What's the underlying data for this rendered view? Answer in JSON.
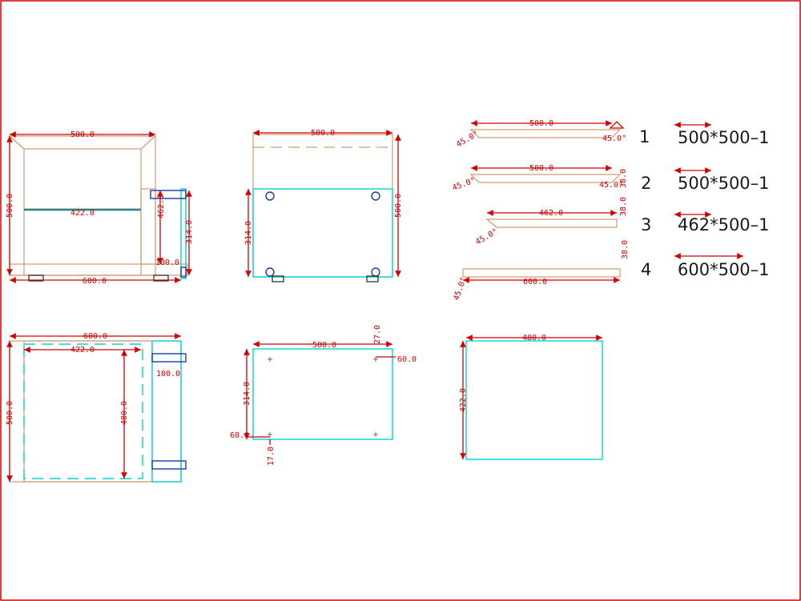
{
  "colors": {
    "border": "#d40000",
    "dimension": "#d40000",
    "wood": "#d49a74",
    "glass": "#00d6d6",
    "hinge": "#1a3aa8",
    "text": "#1a1a1a"
  },
  "views": {
    "front": {
      "width": "500.0",
      "height": "500.0",
      "shelf": "422.0",
      "side_a": "462.0",
      "side_b": "314.0",
      "offset": "100.0",
      "base": "600.0"
    },
    "side": {
      "width": "500.0",
      "left_h": "314.0",
      "right_h": "500.0"
    },
    "top": {
      "width": "600.0",
      "inner": "422.0",
      "height": "500.0",
      "depth": "480.0",
      "offset": "100.0"
    },
    "door": {
      "width": "500.0",
      "height": "314.0",
      "top_off": "27.0",
      "right_off": "60.0",
      "left_off": "60.0",
      "bottom_off": "17.0"
    },
    "glass": {
      "width": "480.0",
      "height": "422.0"
    }
  },
  "parts": [
    {
      "num": "1",
      "size": "500*500–1",
      "length": "500.0",
      "angle_l": "45.0°",
      "angle_r": "45.0°",
      "thick": ""
    },
    {
      "num": "2",
      "size": "500*500–1",
      "length": "500.0",
      "angle_l": "45.0°",
      "angle_r": "45.0°",
      "thick": "38.0"
    },
    {
      "num": "3",
      "size": "462*500–1",
      "length": "462.0",
      "angle_l": "45.0°",
      "angle_r": "",
      "thick": "38.0"
    },
    {
      "num": "4",
      "size": "600*500–1",
      "length": "600.0",
      "angle_l": "45.0°",
      "angle_r": "",
      "thick": "38.0"
    }
  ]
}
